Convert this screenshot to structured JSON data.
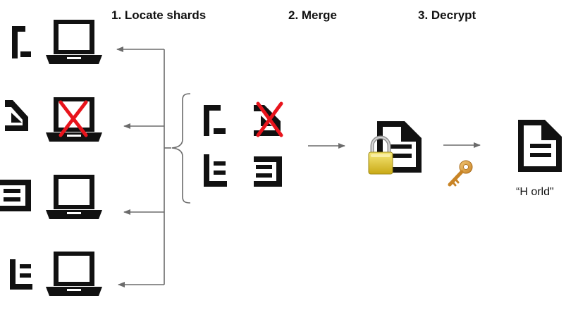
{
  "steps": [
    {
      "label": "1. Locate shards"
    },
    {
      "label": "2. Merge"
    },
    {
      "label": "3. Decrypt"
    }
  ],
  "output": {
    "text": "“H orld\""
  },
  "icons": {
    "laptop": "laptop-icon",
    "document": "document-icon",
    "shard": "document-shard-icon",
    "failed": "red-x-icon",
    "lock": "padlock-icon",
    "key": "key-icon"
  },
  "colors": {
    "icon": "#111111",
    "arrow": "#6b6b6b",
    "cross": "#e8141c",
    "lock_body": "#e1c81c",
    "lock_shackle": "#9a9a9a",
    "key": "#d99a3c"
  }
}
